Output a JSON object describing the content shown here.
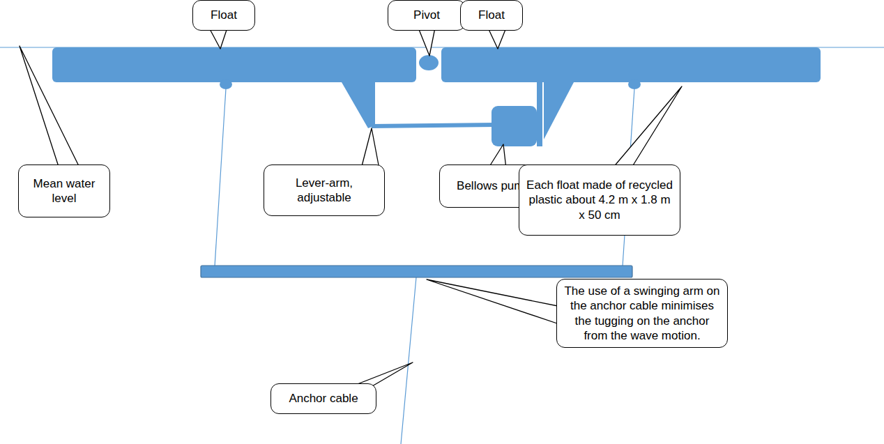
{
  "diagram": {
    "nodes": [
      {
        "text": [
          "Float"
        ]
      },
      {
        "text": [
          "Pivot"
        ]
      },
      {
        "text": [
          "Float"
        ]
      },
      {
        "text": [
          "Mean water level"
        ]
      },
      {
        "text": [
          "Lever-arm, adjustable"
        ]
      },
      {
        "text": [
          "Bellows pump"
        ]
      },
      {
        "text": [
          "Each float made of recycled plastic about 4.2 m x 1.8 m x 50 cm"
        ]
      },
      {
        "text": [
          "The use of a swinging arm on the anchor cable minimises the tugging on the anchor from the wave motion."
        ]
      },
      {
        "text": [
          "Anchor cable"
        ]
      }
    ]
  }
}
